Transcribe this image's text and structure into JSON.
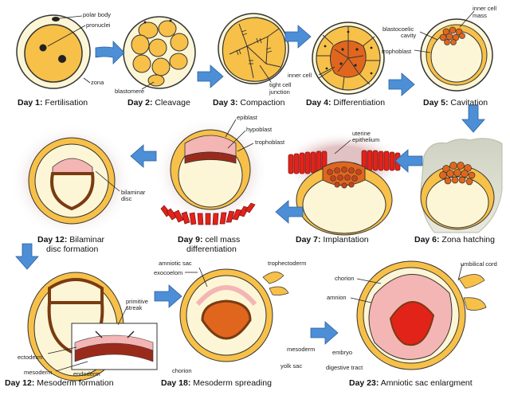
{
  "labels": {
    "polar_body": "polar body",
    "pronuclei": "pronuclei",
    "zona": "zona",
    "blastomere": "blastomere",
    "tight_cell_junction_1": "tight cell",
    "tight_cell_junction_2": "junction",
    "inner_cell_d4": "inner cell",
    "blastocoelic_1": "blastocoelic",
    "blastocoelic_2": "cavity",
    "trophoblast": "trophoblast",
    "inner_cell_mass_1": "inner cell",
    "inner_cell_mass_2": "mass",
    "epiblast": "epiblast",
    "hypoblast": "hypoblast",
    "trophoblast_d9": "trophoblast",
    "uterine_1": "uterine",
    "uterine_2": "epithelium",
    "bilaminar_1": "bilaminar",
    "bilaminar_2": "disc",
    "primitive_1": "primitive",
    "primitive_2": "streak",
    "ectoderm": "ectoderm",
    "mesoderm_d12": "mesoderm",
    "endoderm": "endoderm",
    "amniotic_sac": "amniotic sac",
    "exocoelom": "exocoelom",
    "trophectoderm": "trophectoderm",
    "mesoderm_d18": "mesoderm",
    "yolk_sac": "yolk sac",
    "chorion_d18": "chorion",
    "umbilical_cord": "umbilical cord",
    "chorion_d23": "chorion",
    "amnion": "amnion",
    "embryo": "embryo",
    "digestive_tract": "digestive tract"
  },
  "captions": {
    "d1": {
      "day": "Day 1:",
      "text": " Fertilisation"
    },
    "d2": {
      "day": "Day 2:",
      "text": " Cleavage"
    },
    "d3": {
      "day": "Day 3:",
      "text": " Compaction"
    },
    "d4": {
      "day": "Day 4:",
      "text": " Differentiation"
    },
    "d5": {
      "day": "Day 5:",
      "text": " Cavitation"
    },
    "d6": {
      "day": "Day 6:",
      "text": " Zona hatching"
    },
    "d7": {
      "day": "Day 7:",
      "text": " Implantation"
    },
    "d9": {
      "day": "Day 9:",
      "text": " cell mass",
      "text2": "differentiation"
    },
    "d12": {
      "day": "Day 12:",
      "text": " Bilaminar",
      "text2": "disc formation"
    },
    "d12m": {
      "day": "Day 12:",
      "text": " Mesoderm formation"
    },
    "d18": {
      "day": "Day 18:",
      "text": " Mesoderm spreading"
    },
    "d23": {
      "day": "Day 23:",
      "text": " Amniotic sac enlargment"
    }
  },
  "colors": {
    "cell": "#f7c048",
    "cell_light": "#fde9b0",
    "inner": "#e0661e",
    "inner_dark": "#c4451a",
    "pink": "#f4b5b5",
    "dark_red": "#9a2b1b",
    "brown": "#7a3b12",
    "red": "#e2231a",
    "cavity": "#fdf6d6",
    "arrow": "#4d8fd6",
    "halo": "#e8c9c9"
  }
}
